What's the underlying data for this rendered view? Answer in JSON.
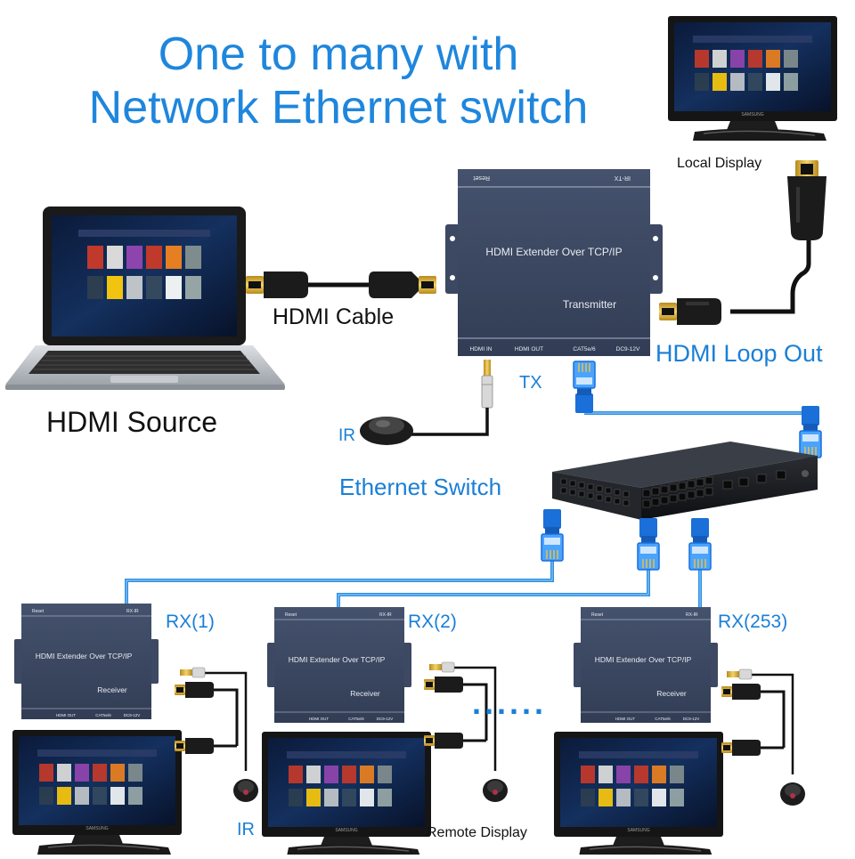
{
  "title": {
    "line1": "One to many with",
    "line2": "Network Ethernet switch"
  },
  "labels": {
    "local_display": "Local Display",
    "hdmi_cable": "HDMI Cable",
    "hdmi_source": "HDMI Source",
    "hdmi_loop_out": "HDMI Loop Out",
    "tx": "TX",
    "ir_tx": "IR",
    "ethernet_switch": "Ethernet Switch",
    "rx1": "RX(1)",
    "rx2": "RX(2)",
    "rx253": "RX(253)",
    "ir_rx": "IR",
    "remote_display": "Remote Display",
    "dots": "......"
  },
  "transmitter": {
    "top_left": "Reset",
    "top_right": "IR-TX",
    "name": "HDMI Extender Over TCP/IP",
    "role": "Transmitter",
    "ports": [
      "HDMI IN",
      "HDMI OUT",
      "CAT5e/6",
      "DC9-12V"
    ]
  },
  "receiver": {
    "top_left": "Reset",
    "top_right": "RX-IR",
    "name": "HDMI Extender Over TCP/IP",
    "role": "Receiver",
    "ports": [
      "HDMI OUT",
      "CAT5e/6",
      "DC9-12V"
    ]
  },
  "monitor_brand": "SAMSUNG",
  "colors": {
    "title": "#1f86dd",
    "label_blue": "#1a7fd6",
    "device_body": "#3a4660",
    "network_cable": "#2e8fe0",
    "hdmi_cable": "#111111",
    "rj45_blue": "#1a6fd8"
  }
}
